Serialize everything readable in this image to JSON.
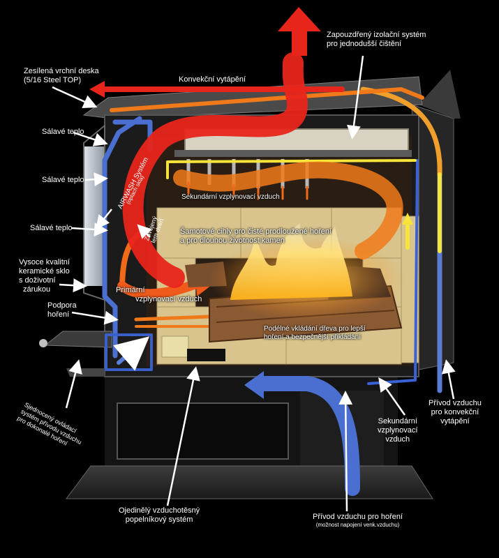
{
  "labels": {
    "insulation_1": "Zapouzdřený izolační systém",
    "insulation_2": "pro jednodušší čištění",
    "top_plate_1": "Zesílená vrchní deska",
    "top_plate_2": "(5/16 Steel TOP)",
    "convection_heating": "Konvekční vytápění",
    "radiant_1": "Sálavé teplo",
    "radiant_2": "Sálavé teplo",
    "radiant_3": "Sálavé teplo",
    "airwash": "AIRWASH Systém",
    "airwash_sub": "(oplach skla)",
    "secondary_air_top": "Sekundární vzplynovací vzduch",
    "bricks_1": "Šamotové cihly pro čisté prodloužené hoření",
    "bricks_2": "a pro dlouhou životnost kamen",
    "door_1": "Zdvojený",
    "door_2": "lem dveří",
    "glass_1": "Vysoce kvalitní",
    "glass_2": "keramické sklo",
    "glass_3": "s doživotní",
    "glass_4": "zárukou",
    "primary_1": "Primární",
    "primary_2": "vzplynovací vzduch",
    "support_1": "Podpora",
    "support_2": "hoření",
    "wood_1": "Podélné vkládání dřeva pro lepší",
    "wood_2": "hoření a bezpečnější přikládání",
    "control_1": "Sjednocený ovládací",
    "control_2": "systém přívodu vzduchu",
    "control_3": "pro dokonalé hoření",
    "ash_1": "Ojedinělý vzduchotěsný",
    "ash_2": "popelníkový systém",
    "combustion_air_1": "Přívod vzduchu pro hoření",
    "combustion_air_2": "(možnost napojení venk.vzduchu)",
    "secondary_air_r1": "Sekundární",
    "secondary_air_r2": "vzplynovací",
    "secondary_air_r3": "vzduch",
    "conv_air_1": "Přívod vzduchu",
    "conv_air_2": "pro konvekční",
    "conv_air_3": "vytápění"
  },
  "colors": {
    "hot_red": "#e8251b",
    "orange": "#f07a1a",
    "yellow": "#f6e43a",
    "cool_blue": "#4a6fd0",
    "steel": "#4a4a4a",
    "brick": "#d9c58e"
  }
}
